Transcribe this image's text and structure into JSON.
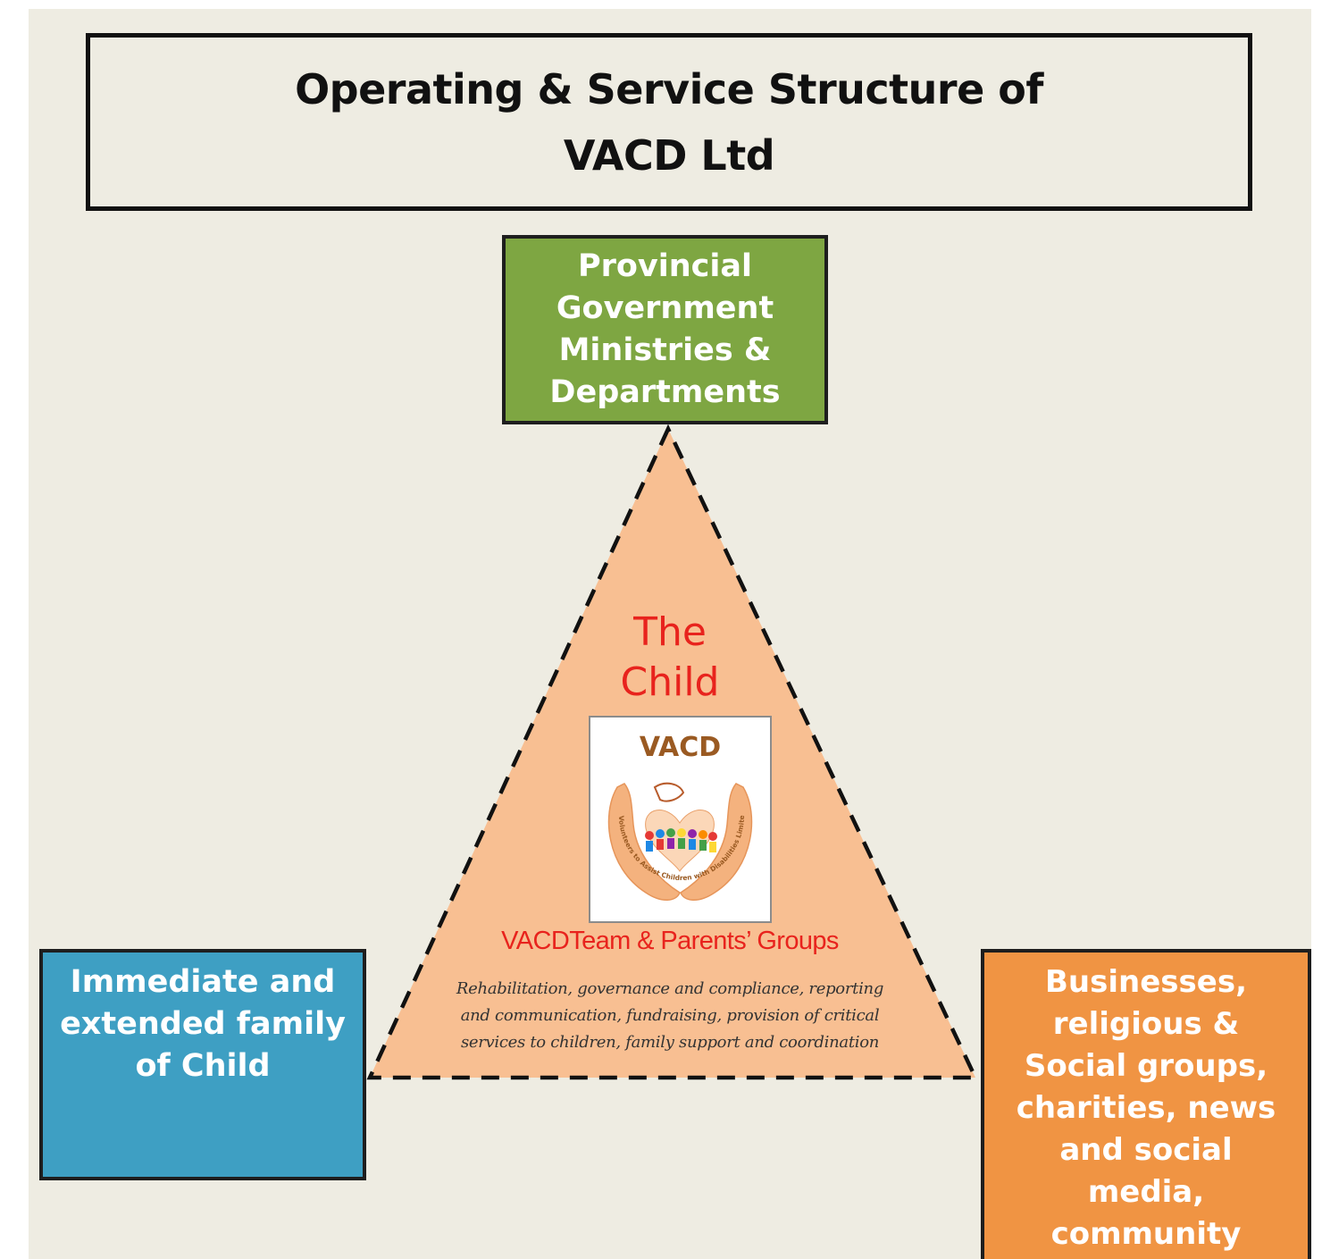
{
  "title": "Operating & Service Structure of\nVACD Ltd",
  "nodes": {
    "government": "Provincial\nGovernment\nMinistries &\nDepartments",
    "family": "Immediate and\nextended family\nof Child",
    "community": "Businesses,\nreligious  &\nSocial groups,\ncharities, news\nand social\nmedia,\ncommunity"
  },
  "center": {
    "title": "The\nChild",
    "logo_text": "VACD",
    "logo_tagline": "Volunteers to Assist Children with Disabilities Limited",
    "team": "VACDTeam & Parents’ Groups",
    "services": "Rehabilitation, governance and compliance, reporting and communication, fundraising, provision of critical services to children, family support and coordination"
  },
  "colors": {
    "background": "#eeece2",
    "government": "#7ea642",
    "family": "#3e9fc3",
    "community": "#f09443",
    "triangle_fill": "#f8bf92",
    "accent_red": "#e8231d"
  }
}
